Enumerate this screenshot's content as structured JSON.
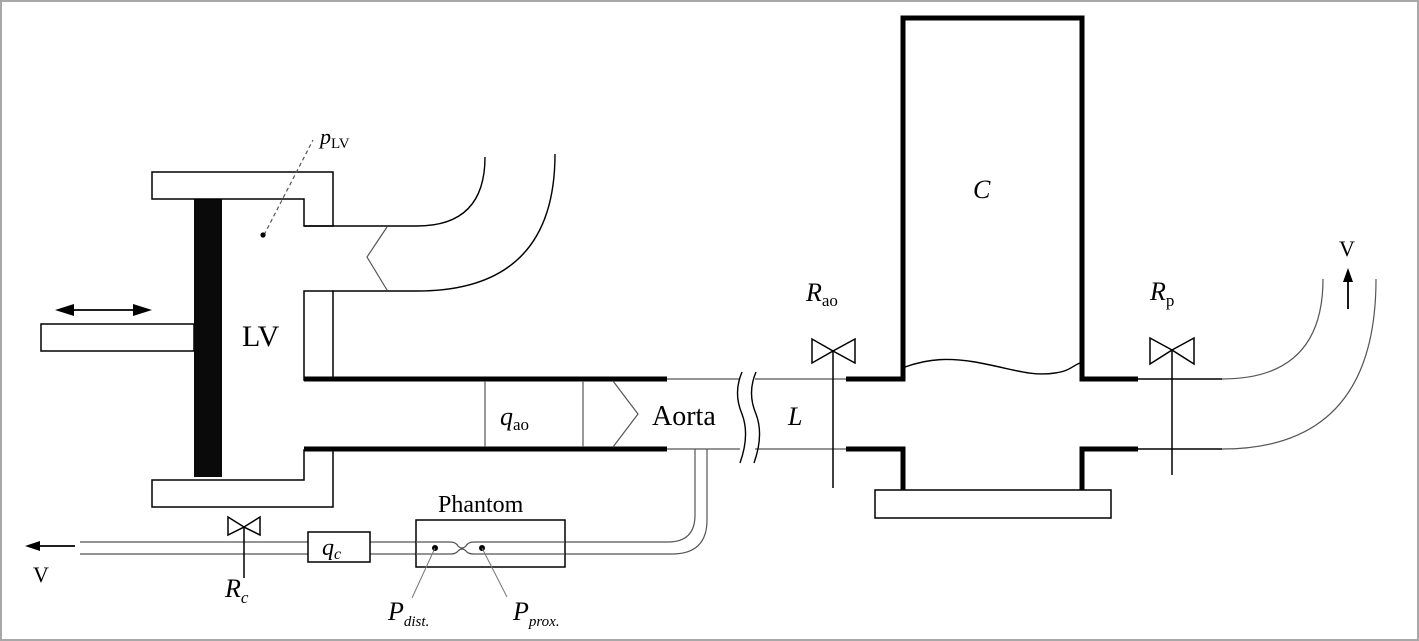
{
  "diagram": {
    "title": "Mock circulatory loop with left ventricle piston, aorta, compliance chamber and phantom",
    "labels": {
      "p_lv": {
        "main": "p",
        "sub": "LV"
      },
      "lv": "LV",
      "q_ao": {
        "main": "q",
        "sub": "ao"
      },
      "aorta": "Aorta",
      "l": "L",
      "r_ao": {
        "main": "R",
        "sub": "ao"
      },
      "c": "C",
      "r_p": {
        "main": "R",
        "sub": "p"
      },
      "v_right": "V",
      "v_left": "V",
      "r_c": {
        "main": "R",
        "sub": "c"
      },
      "q_c": {
        "main": "q",
        "sub": "c"
      },
      "phantom": "Phantom",
      "p_dist": {
        "main": "P",
        "sub": "dist."
      },
      "p_prox": {
        "main": "P",
        "sub": "prox."
      }
    },
    "components": [
      {
        "id": "piston",
        "desc": "Piston with bidirectional motion arrow"
      },
      {
        "id": "left-ventricle",
        "desc": "LV chamber"
      },
      {
        "id": "inflow-bend",
        "desc": "Curved inflow tube with valve"
      },
      {
        "id": "aortic-valve",
        "desc": "Valve in aorta"
      },
      {
        "id": "flow-meter-ao",
        "desc": "Aortic flow meter q_ao"
      },
      {
        "id": "compliance-chamber",
        "desc": "Compliance chamber C with fluid level"
      },
      {
        "id": "valve-r-ao",
        "desc": "Aortic resistance valve"
      },
      {
        "id": "valve-r-p",
        "desc": "Peripheral resistance valve"
      },
      {
        "id": "valve-r-c",
        "desc": "Coronary resistance valve"
      },
      {
        "id": "flow-meter-c",
        "desc": "Coronary flow meter q_c"
      },
      {
        "id": "phantom",
        "desc": "Stenosis phantom with distal and proximal pressure taps"
      }
    ]
  }
}
